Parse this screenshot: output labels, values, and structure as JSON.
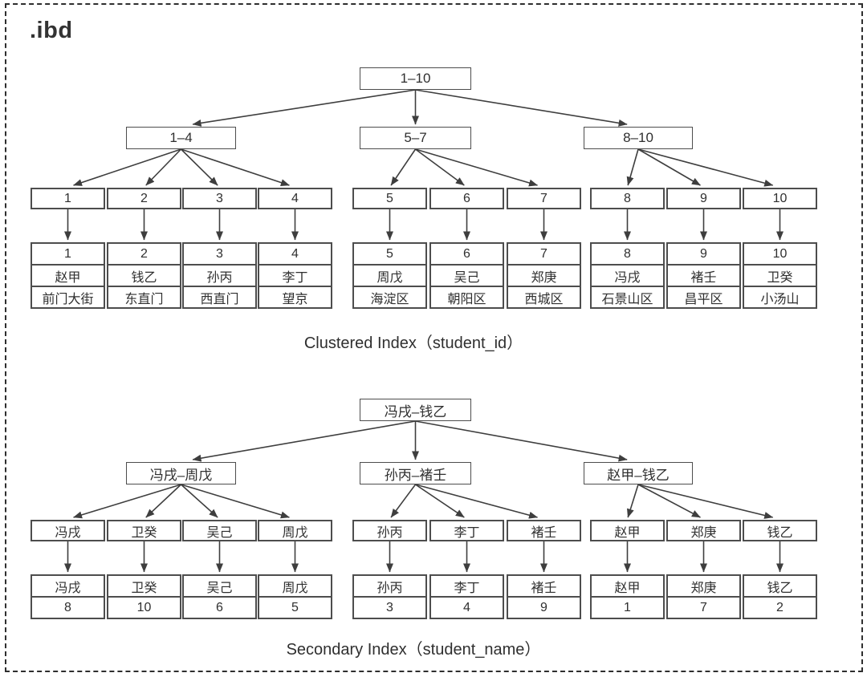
{
  "file": {
    "label": ".ibd"
  },
  "colors": {
    "box_border": "#4d4d4d",
    "text": "#2f2f2f",
    "edge_line": "#3e3e3e",
    "frame_dash": "#2e2e2e",
    "background": "#ffffff"
  },
  "clustered": {
    "caption": "Clustered Index（student_id）",
    "root": "1–10",
    "internal": [
      "1–4",
      "5–7",
      "8–10"
    ],
    "leaf_keys": [
      "1",
      "2",
      "3",
      "4",
      "5",
      "6",
      "7",
      "8",
      "9",
      "10"
    ],
    "records": [
      {
        "id": "1",
        "name": "赵甲",
        "address": "前门大街"
      },
      {
        "id": "2",
        "name": "钱乙",
        "address": "东直门"
      },
      {
        "id": "3",
        "name": "孙丙",
        "address": "西直门"
      },
      {
        "id": "4",
        "name": "李丁",
        "address": "望京"
      },
      {
        "id": "5",
        "name": "周戊",
        "address": "海淀区"
      },
      {
        "id": "6",
        "name": "吴己",
        "address": "朝阳区"
      },
      {
        "id": "7",
        "name": "郑庚",
        "address": "西城区"
      },
      {
        "id": "8",
        "name": "冯戌",
        "address": "石景山区"
      },
      {
        "id": "9",
        "name": "褚壬",
        "address": "昌平区"
      },
      {
        "id": "10",
        "name": "卫癸",
        "address": "小汤山"
      }
    ]
  },
  "secondary": {
    "caption": "Secondary Index（student_name）",
    "root": "冯戌–钱乙",
    "internal": [
      "冯戌–周戊",
      "孙丙–褚壬",
      "赵甲–钱乙"
    ],
    "leaf_keys": [
      "冯戌",
      "卫癸",
      "吴己",
      "周戊",
      "孙丙",
      "李丁",
      "褚壬",
      "赵甲",
      "郑庚",
      "钱乙"
    ],
    "records": [
      {
        "name": "冯戌",
        "id": "8"
      },
      {
        "name": "卫癸",
        "id": "10"
      },
      {
        "name": "吴己",
        "id": "6"
      },
      {
        "name": "周戊",
        "id": "5"
      },
      {
        "name": "孙丙",
        "id": "3"
      },
      {
        "name": "李丁",
        "id": "4"
      },
      {
        "name": "褚壬",
        "id": "9"
      },
      {
        "name": "赵甲",
        "id": "1"
      },
      {
        "name": "郑庚",
        "id": "7"
      },
      {
        "name": "钱乙",
        "id": "2"
      }
    ]
  }
}
